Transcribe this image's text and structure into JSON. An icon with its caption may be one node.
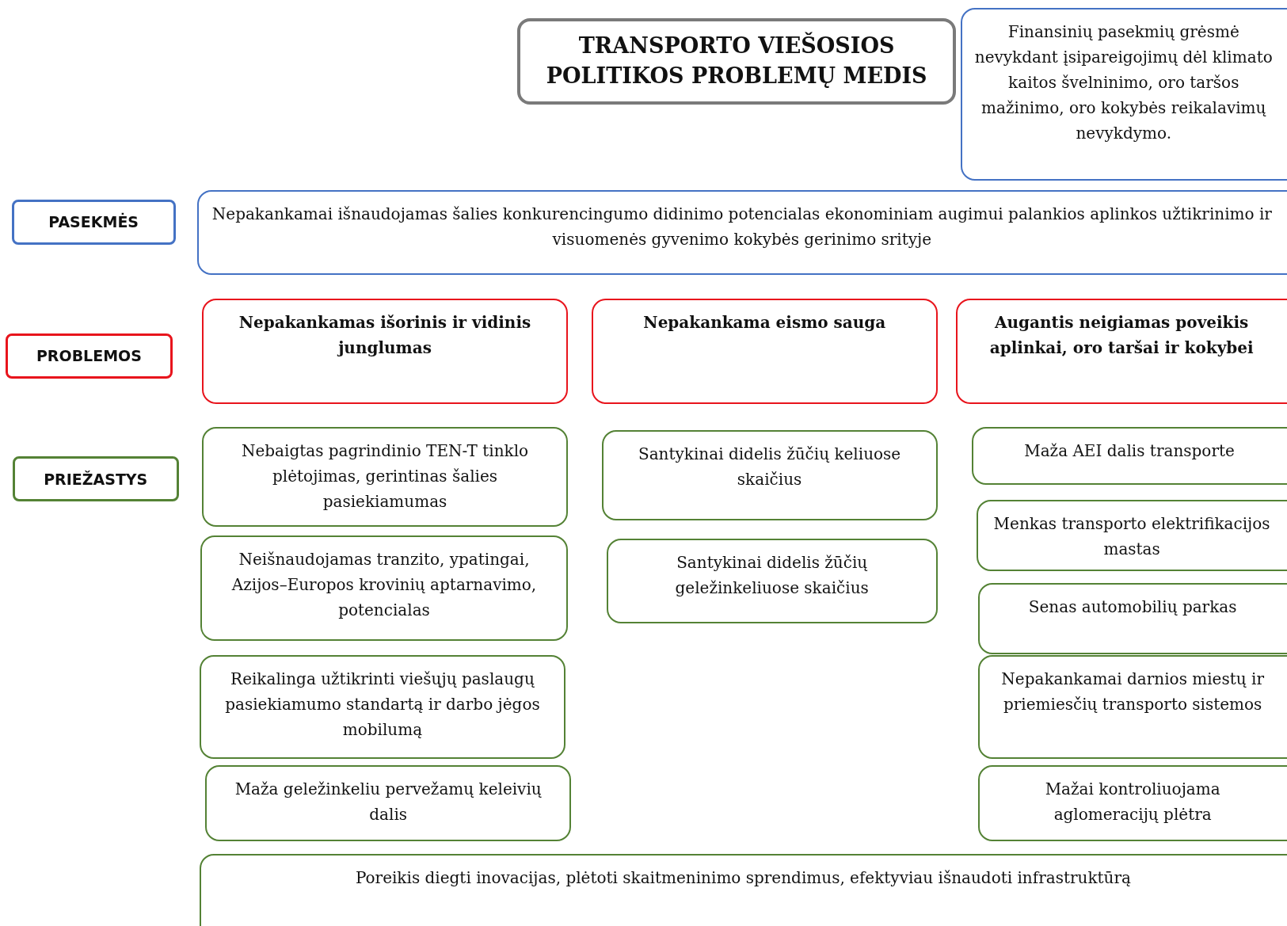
{
  "diagram": {
    "title": "TRANSPORTO VIEŠOSIOS POLITIKOS PROBLEMŲ MEDIS",
    "nodes": [
      {
        "text": [
          "Finansinių pasekmių grėsmė nevykdant įsipareigojimų dėl klimato kaitos švelninimo, oro taršos mažinimo, oro kokybės reikalavimų nevykdymo."
        ]
      },
      {
        "text": [
          "PASEKMĖS"
        ]
      },
      {
        "text": [
          "Nepakankamai išnaudojamas šalies konkurencingumo didinimo potencialas ekonominiam augimui palankios aplinkos užtikrinimo ir visuomenės gyvenimo kokybės gerinimo srityje"
        ]
      },
      {
        "text": [
          "PROBLEMOS"
        ]
      },
      {
        "text": [
          "Nepakankamas išorinis ir vidinis junglumas"
        ]
      },
      {
        "text": [
          "Nepakankama eismo sauga"
        ]
      },
      {
        "text": [
          "Augantis neigiamas poveikis aplinkai, oro taršai ir kokybei"
        ]
      },
      {
        "text": [
          "PRIEŽASTYS"
        ]
      },
      {
        "text": [
          "Nebaigtas pagrindinio TEN-T tinklo plėtojimas, gerintinas šalies pasiekiamumas"
        ]
      },
      {
        "text": [
          "Santykinai didelis žūčių keliuose skaičius"
        ]
      },
      {
        "text": [
          "Maža AEI dalis transporte"
        ]
      },
      {
        "text": [
          "Neišnaudojamas tranzito, ypatingai, Azijos–Europos krovinių aptarnavimo, potencialas"
        ]
      },
      {
        "text": [
          "Santykinai didelis žūčių geležinkeliuose skaičius"
        ]
      },
      {
        "text": [
          "Menkas transporto elektrifikacijos mastas"
        ]
      },
      {
        "text": [
          "Senas automobilių parkas"
        ]
      },
      {
        "text": [
          "Reikalinga užtikrinti viešųjų paslaugų pasiekiamumo standartą ir darbo jėgos mobilumą"
        ]
      },
      {
        "text": [
          "Nepakankamai darnios miestų ir priemiesčių transporto sistemos"
        ]
      },
      {
        "text": [
          "Maža geležinkeliu pervežamų keleivių dalis"
        ]
      },
      {
        "text": [
          "Mažai kontroliuojama aglomeracijų plėtra"
        ]
      },
      {
        "text": [
          "Poreikis diegti inovacijas, plėtoti skaitmeninimo sprendimus, efektyviau išnaudoti infrastruktūrą"
        ]
      }
    ]
  }
}
